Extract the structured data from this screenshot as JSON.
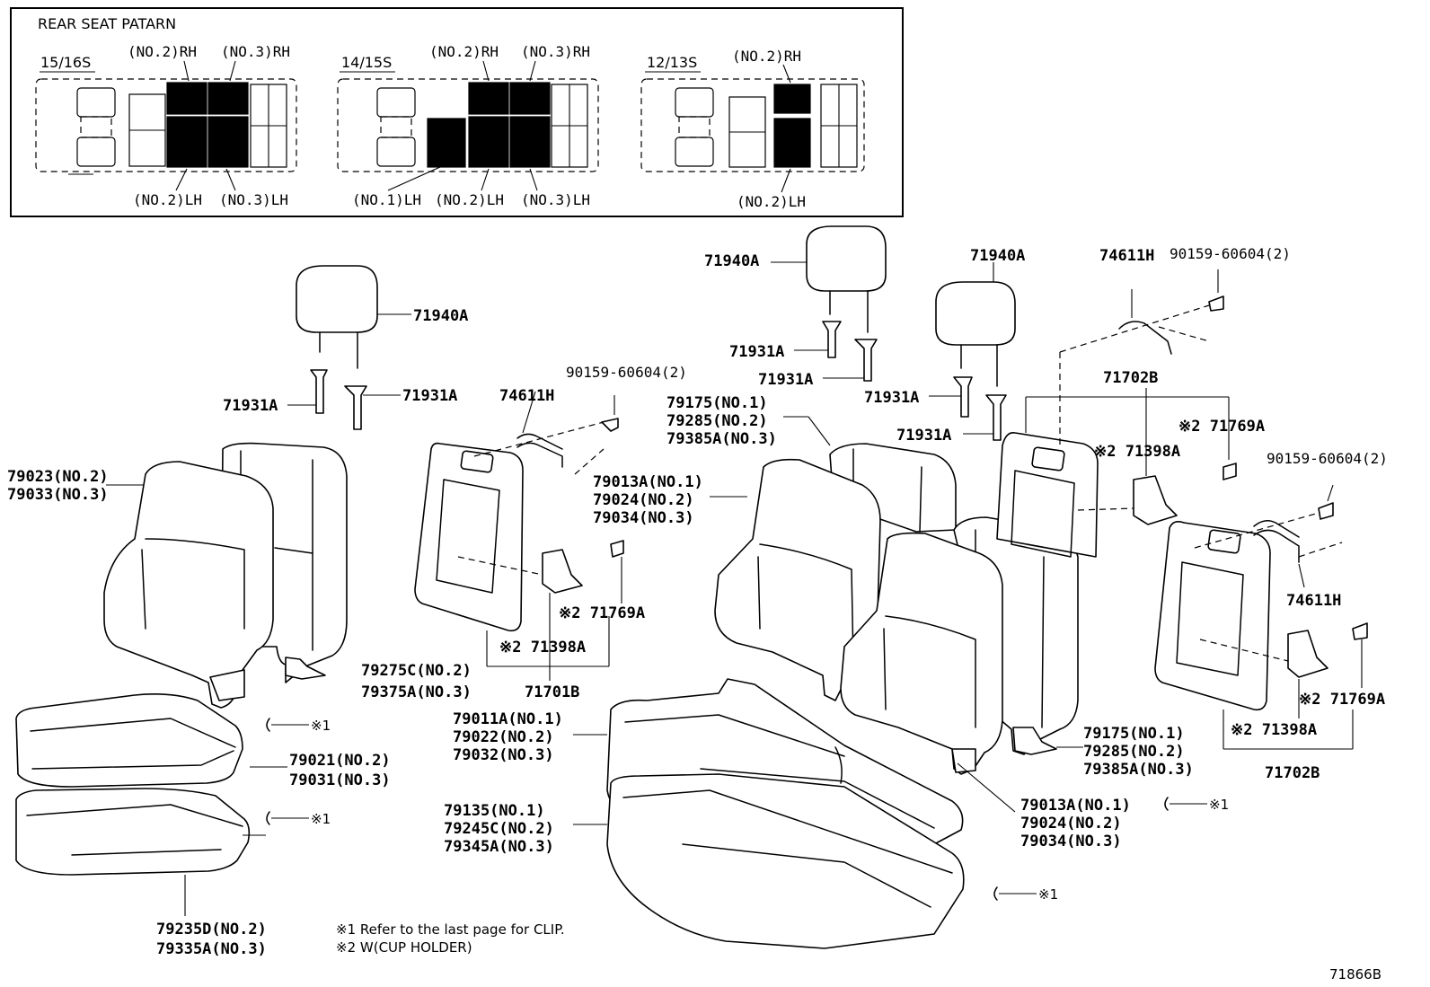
{
  "panel": {
    "title": "REAR SEAT PATARN",
    "layouts": [
      {
        "code": "15/16S",
        "top": [
          "(NO.2)RH",
          "(NO.3)RH"
        ],
        "bottom": [
          "(NO.2)LH",
          "(NO.3)LH"
        ]
      },
      {
        "code": "14/15S",
        "top": [
          "(NO.2)RH",
          "(NO.3)RH"
        ],
        "bottom": [
          "(NO.1)LH",
          "(NO.2)LH",
          "(NO.3)LH"
        ]
      },
      {
        "code": "12/13S",
        "top": [
          "(NO.2)RH"
        ],
        "bottom": [
          "(NO.2)LH"
        ]
      }
    ]
  },
  "labels": {
    "headrest_a": "71940A",
    "headrest_b": "71940A",
    "headrest_c": "71940A",
    "support_1": "71931A",
    "support_2": "71931A",
    "support_3": "71931A",
    "support_4": "71931A",
    "support_5": "71931A",
    "support_6": "71931A",
    "handle_1": "74611H",
    "handle_2": "74611H",
    "handle_3": "74611H",
    "bolt_1": "90159-60604(2)",
    "bolt_2": "90159-60604(2)",
    "bolt_3": "90159-60604(2)",
    "hinge_a1": "※2 71769A",
    "hinge_a2": "※2 71769A",
    "hinge_a3": "※2 71769A",
    "holder_1": "※2 71398A",
    "holder_2": "※2 71398A",
    "holder_3": "※2 71398A",
    "board_left": "71701B",
    "board_right_top": "71702B",
    "board_right_bottom": "71702B",
    "back_left": [
      "79023(NO.2)",
      "79033(NO.3)"
    ],
    "back_left_rear": [
      "79275C(NO.2)",
      "79375A(NO.3)"
    ],
    "cushion_left": [
      "79021(NO.2)",
      "79031(NO.3)"
    ],
    "pad_left": [
      "79235D(NO.2)",
      "79335A(NO.3)"
    ],
    "back_main_top": [
      "79175(NO.1)",
      "79285(NO.2)",
      "79385A(NO.3)"
    ],
    "back_main_front": [
      "79013A(NO.1)",
      "79024(NO.2)",
      "79034(NO.3)"
    ],
    "cushion_main": [
      "79011A(NO.1)",
      "79022(NO.2)",
      "79032(NO.3)"
    ],
    "pad_main": [
      "79135(NO.1)",
      "79245C(NO.2)",
      "79345A(NO.3)"
    ],
    "back_right_rear": [
      "79175(NO.1)",
      "79285(NO.2)",
      "79385A(NO.3)"
    ],
    "back_right_front": [
      "79013A(NO.1)",
      "79024(NO.2)",
      "79034(NO.3)"
    ],
    "clip_1": "※1",
    "clip_2": "※1",
    "clip_3": "※1",
    "clip_4": "※1"
  },
  "notes": [
    "※1  Refer to the last page for CLIP.",
    "※2  W(CUP  HOLDER)"
  ],
  "figure_id": "71866B"
}
